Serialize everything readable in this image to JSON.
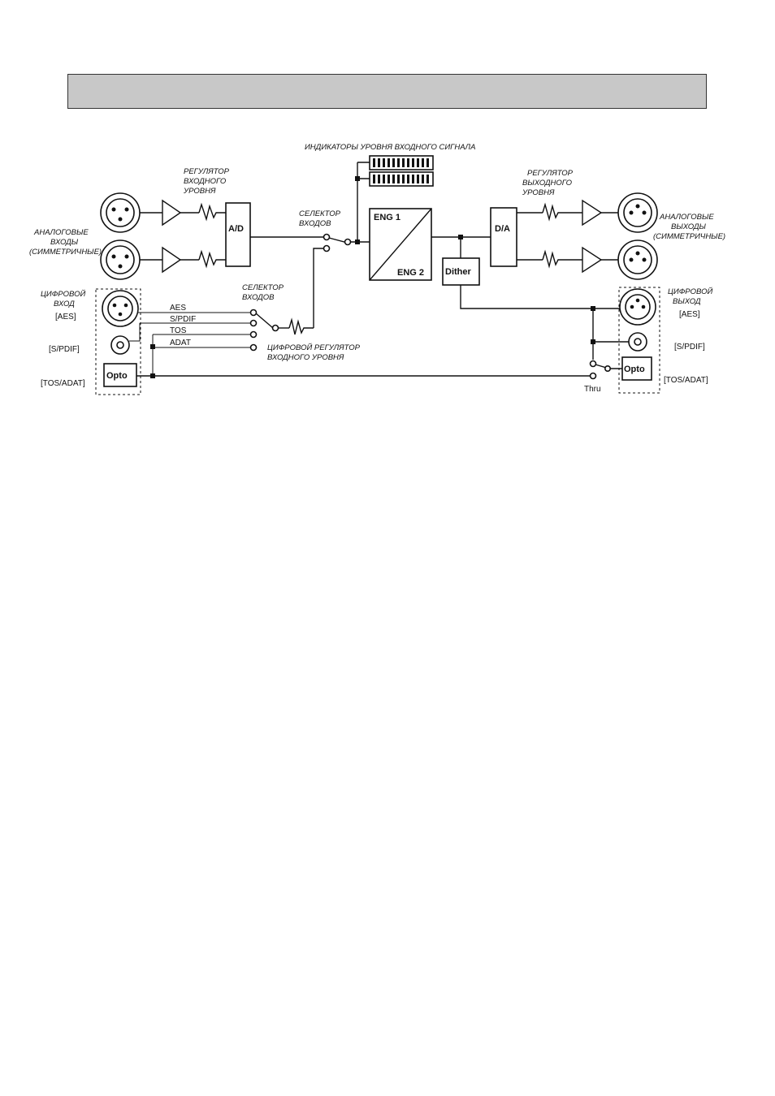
{
  "header": {
    "title": ""
  },
  "diagram": {
    "meters_label": "ИНДИКАТОРЫ УРОВНЯ ВХОДНОГО СИГНАЛА",
    "in_level_reg": [
      "РЕГУЛЯТОР",
      "ВХОДНОГО",
      "УРОВНЯ"
    ],
    "analog_in": [
      "АНАЛОГОВЫЕ",
      "ВХОДЫ",
      "(СИММЕТРИЧНЫЕ)"
    ],
    "ad_label": "A/D",
    "input_selector": [
      "СЕЛЕКТОР",
      "ВХОДОВ"
    ],
    "eng1": "ENG 1",
    "eng2": "ENG 2",
    "dither": "Dither",
    "da_label": "D/A",
    "out_level_reg": [
      "РЕГУЛЯТОР",
      "ВЫХОДНОГО",
      "УРОВНЯ"
    ],
    "analog_out": [
      "АНАЛОГОВЫЕ",
      "ВЫХОДЫ",
      "(СИММЕТРИЧНЫЕ)"
    ],
    "digital_in": [
      "ЦИФРОВОЙ",
      "ВХОД",
      "[AES]"
    ],
    "spdif_in": "[S/PDIF]",
    "tos_adat_in": "[TOS/ADAT]",
    "opto_in": "Opto",
    "digital_selector": [
      "СЕЛЕКТОР",
      "ВХОДОВ"
    ],
    "line_aes": "AES",
    "line_spdif": "S/PDIF",
    "line_tos": "TOS",
    "line_adat": "ADAT",
    "digital_in_reg": [
      "ЦИФРОВОЙ  РЕГУЛЯТОР",
      "ВХОДНОГО  УРОВНЯ"
    ],
    "digital_out": [
      "ЦИФРОВОЙ",
      "ВЫХОД",
      "[AES]"
    ],
    "spdif_out": "[S/PDIF]",
    "tos_adat_out": "[TOS/ADAT]",
    "opto_out": "Opto",
    "thru": "Thru"
  }
}
